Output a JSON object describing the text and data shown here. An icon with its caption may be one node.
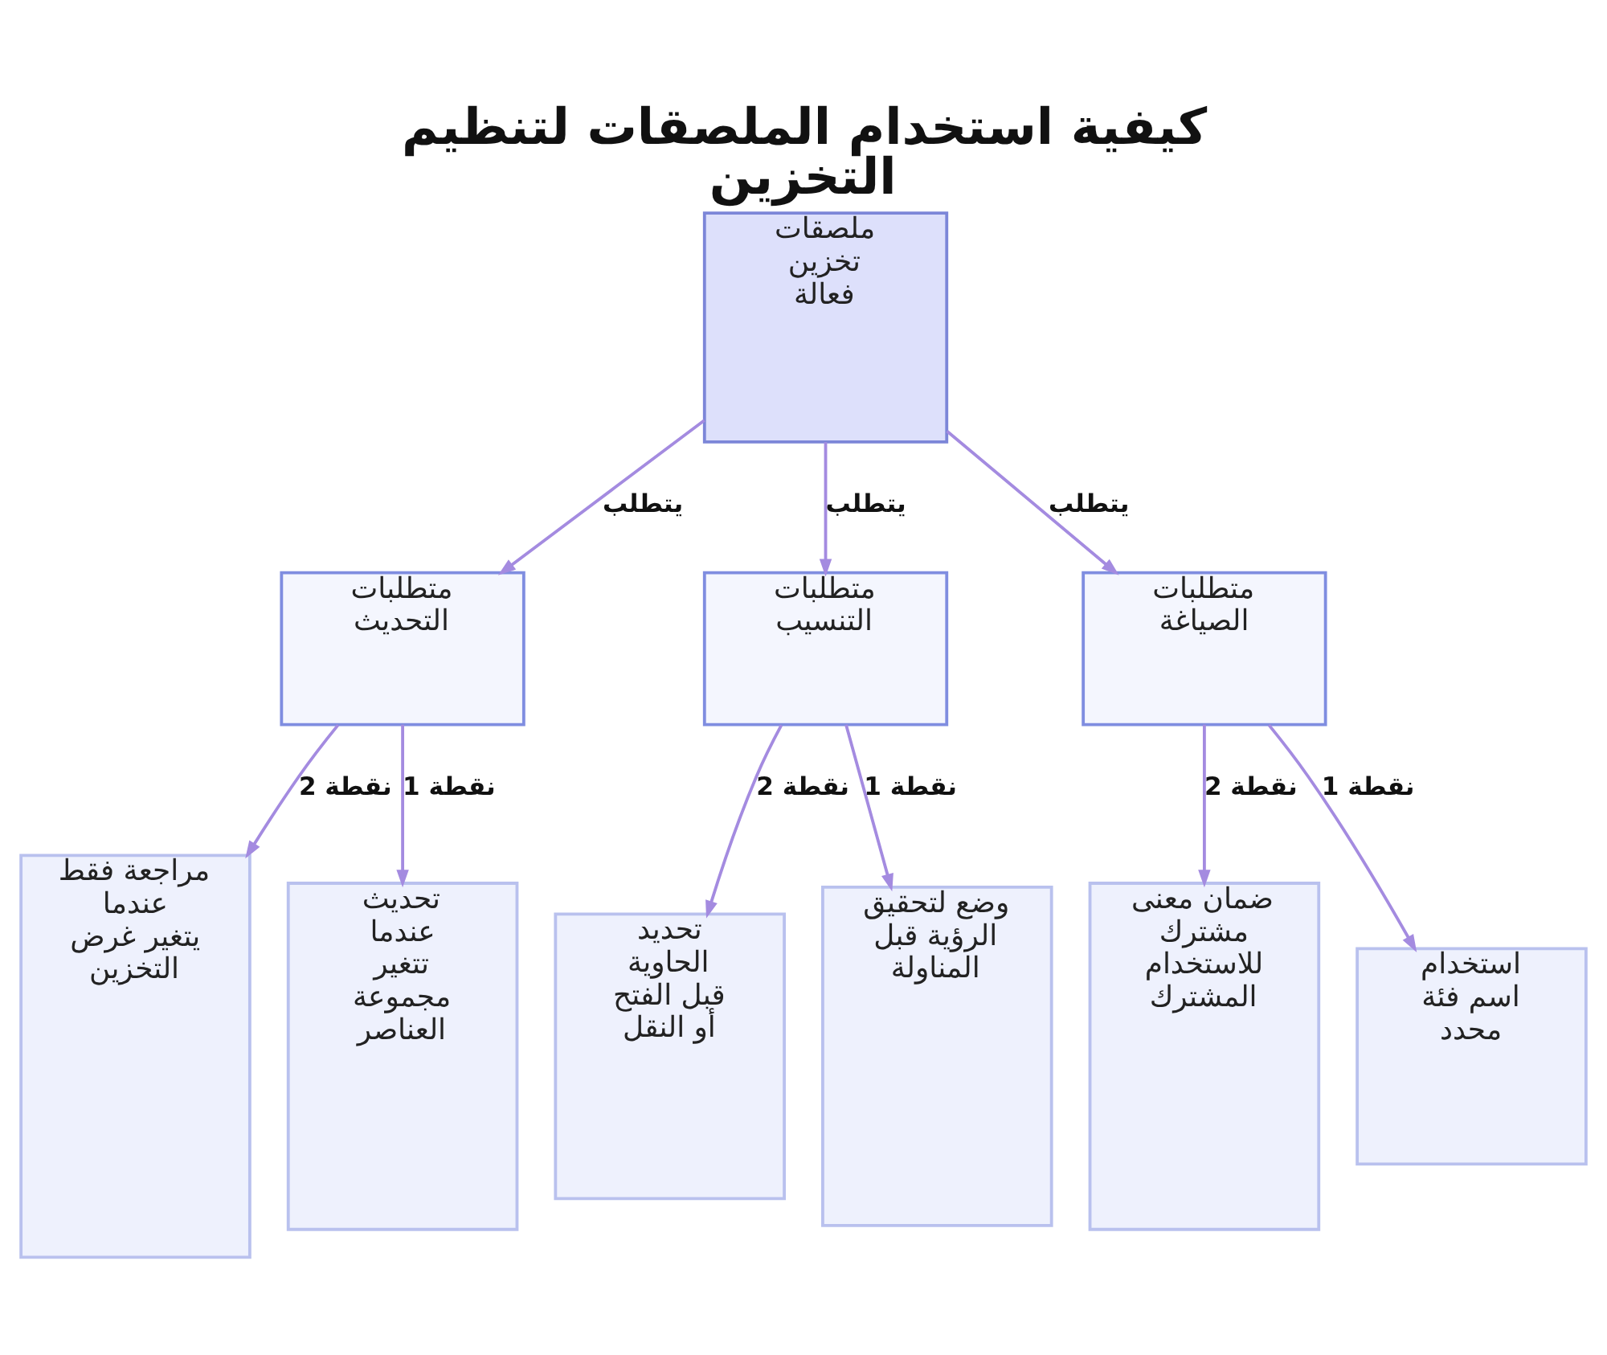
{
  "diagram": {
    "title": "كيفية استخدام الملصقات لتنظيم التخزين",
    "nodes": [
      {
        "text": [
          "ملصقات تخزين فعالة"
        ]
      },
      {
        "text": [
          "متطلبات التحديث"
        ]
      },
      {
        "text": [
          "متطلبات التنسيب"
        ]
      },
      {
        "text": [
          "متطلبات الصياغة"
        ]
      },
      {
        "text": [
          "مراجعة فقط عندما يتغير غرض التخزين"
        ]
      },
      {
        "text": [
          "تحديث عندما تتغير مجموعة العناصر"
        ]
      },
      {
        "text": [
          "تحديد الحاوية قبل الفتح أو النقل"
        ]
      },
      {
        "text": [
          "وضع لتحقيق الرؤية قبل المناولة"
        ]
      },
      {
        "text": [
          "ضمان معنى مشترك للاستخدام المشترك"
        ]
      },
      {
        "text": [
          "استخدام اسم فئة محدد"
        ]
      }
    ],
    "edges": [
      {
        "from": 0,
        "to": 1,
        "arrow": "to",
        "label": "يتطلب"
      },
      {
        "from": 0,
        "to": 2,
        "arrow": "to",
        "label": "يتطلب"
      },
      {
        "from": 0,
        "to": 3,
        "arrow": "to",
        "label": "يتطلب"
      },
      {
        "from": 1,
        "to": 4,
        "arrow": "to",
        "label": "نقطة 2"
      },
      {
        "from": 1,
        "to": 5,
        "arrow": "to",
        "label": "نقطة 1"
      },
      {
        "from": 2,
        "to": 6,
        "arrow": "to",
        "label": "نقطة 2"
      },
      {
        "from": 2,
        "to": 7,
        "arrow": "to",
        "label": "نقطة 1"
      },
      {
        "from": 3,
        "to": 8,
        "arrow": "to",
        "label": "نقطة 2"
      },
      {
        "from": 3,
        "to": 9,
        "arrow": "to",
        "label": "نقطة 1"
      }
    ]
  }
}
